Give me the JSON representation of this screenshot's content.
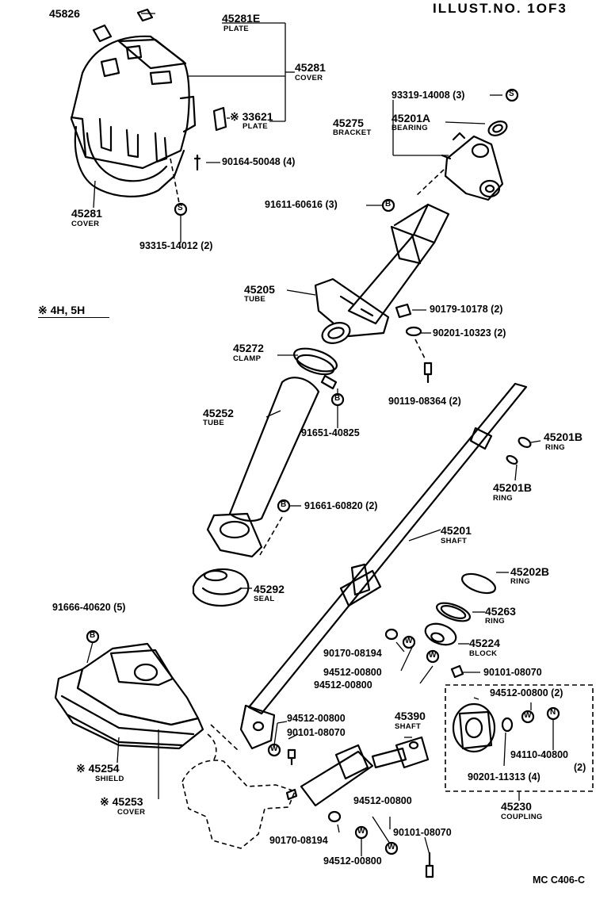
{
  "header": {
    "title": "ILLUST.NO. 1OF3",
    "ref_code": "MC C406-C"
  },
  "note": "※ 4H, 5H",
  "parts": {
    "p45826": {
      "num": "45826"
    },
    "p45281E": {
      "num": "45281E",
      "sub": "PLATE"
    },
    "p45281_cover_top": {
      "num": "45281",
      "sub": "COVER"
    },
    "p33621": {
      "num": "※ 33621",
      "sub": "PLATE"
    },
    "p90164": {
      "pn": "90164-50048 (4)"
    },
    "p45281_cover_low": {
      "num": "45281",
      "sub": "COVER"
    },
    "p93315": {
      "pn": "93315-14012 (2)"
    },
    "p93319": {
      "pn": "93319-14008 (3)"
    },
    "p45275": {
      "num": "45275",
      "sub": "BRACKET"
    },
    "p45201A": {
      "num": "45201A",
      "sub": "BEARING"
    },
    "p91611": {
      "pn": "91611-60616 (3)"
    },
    "p45205": {
      "num": "45205",
      "sub": "TUBE"
    },
    "p90179": {
      "pn": "90179-10178 (2)"
    },
    "p90201_10323": {
      "pn": "90201-10323 (2)"
    },
    "p45272": {
      "num": "45272",
      "sub": "CLAMP"
    },
    "p90119": {
      "pn": "90119-08364 (2)"
    },
    "p45252": {
      "num": "45252",
      "sub": "TUBE"
    },
    "p91651": {
      "pn": "91651-40825"
    },
    "p45201B_a": {
      "num": "45201B",
      "sub": "RING"
    },
    "p45201B_b": {
      "num": "45201B",
      "sub": "RING"
    },
    "p91661": {
      "pn": "91661-60820 (2)"
    },
    "p45201": {
      "num": "45201",
      "sub": "SHAFT"
    },
    "p45292": {
      "num": "45292",
      "sub": "SEAL"
    },
    "p45202B": {
      "num": "45202B",
      "sub": "RING"
    },
    "p91666": {
      "pn": "91666-40620 (5)"
    },
    "p45263": {
      "num": "45263",
      "sub": "RING"
    },
    "p90170_a": {
      "pn": "90170-08194"
    },
    "p45224": {
      "num": "45224",
      "sub": "BLOCK"
    },
    "p94512_a": {
      "pn": "94512-00800"
    },
    "p94512_b": {
      "pn": "94512-00800"
    },
    "p90101_a": {
      "pn": "90101-08070"
    },
    "p94512_c": {
      "pn": "94512-00800"
    },
    "p45390": {
      "num": "45390",
      "sub": "SHAFT"
    },
    "p94512_d": {
      "pn": "94512-00800 (2)"
    },
    "p90101_b": {
      "pn": "90101-08070"
    },
    "p94110": {
      "pn": "94110-40800"
    },
    "p94110_qty": {
      "pn": "(2)"
    },
    "p45254": {
      "num": "※ 45254",
      "sub": "SHIELD"
    },
    "p90201_11313": {
      "pn": "90201-11313 (4)"
    },
    "p45253": {
      "num": "※ 45253",
      "sub": "COVER"
    },
    "p94512_e": {
      "pn": "94512-00800"
    },
    "p90101_c": {
      "pn": "90101-08070"
    },
    "p45230": {
      "num": "45230",
      "sub": "COUPLING"
    },
    "p90170_b": {
      "pn": "90170-08194"
    },
    "p94512_f": {
      "pn": "94512-00800"
    }
  },
  "symbols": {
    "S": "S",
    "B": "B",
    "W": "W",
    "N": "N"
  }
}
